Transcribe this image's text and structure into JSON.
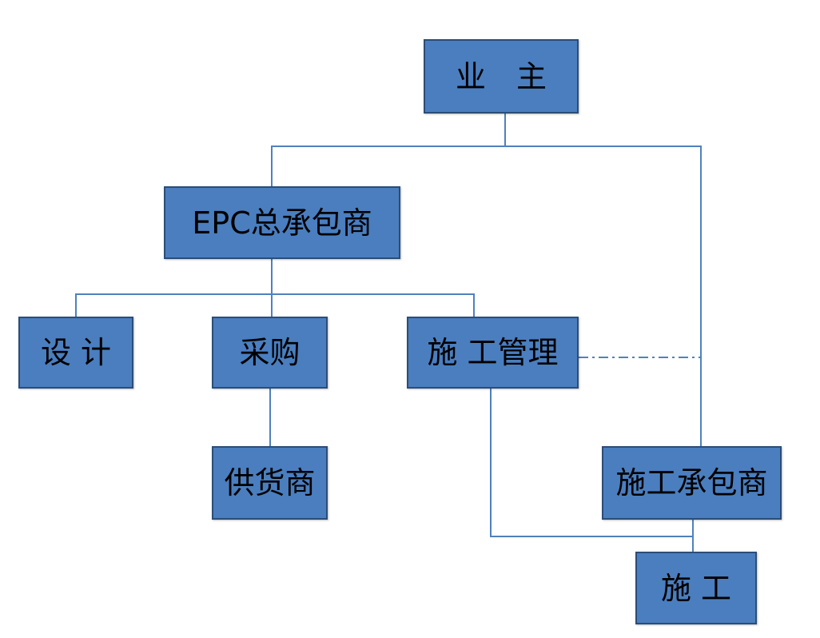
{
  "colors": {
    "box_fill": "#4a7ebf",
    "box_border": "#2c4d77",
    "connector": "#4f81bd",
    "text": "#000000"
  },
  "nodes": {
    "owner": "业　主",
    "epc_contractor": "EPC总承包商",
    "design": "设 计",
    "procurement": "采购",
    "construction_management": "施 工管理",
    "supplier": "供货商",
    "construction_subcontractor": "施工承包商",
    "construction": "施 工"
  },
  "edges": [
    {
      "from": "owner",
      "to": "epc_contractor",
      "style": "solid"
    },
    {
      "from": "owner",
      "to": "construction_subcontractor",
      "style": "solid"
    },
    {
      "from": "epc_contractor",
      "to": "design",
      "style": "solid"
    },
    {
      "from": "epc_contractor",
      "to": "procurement",
      "style": "solid"
    },
    {
      "from": "epc_contractor",
      "to": "construction_management",
      "style": "solid"
    },
    {
      "from": "procurement",
      "to": "supplier",
      "style": "solid"
    },
    {
      "from": "construction_management",
      "to": "construction_subcontractor",
      "style": "dash-dot"
    },
    {
      "from": "construction_management",
      "to": "construction",
      "style": "solid"
    },
    {
      "from": "construction_subcontractor",
      "to": "construction",
      "style": "solid"
    }
  ]
}
